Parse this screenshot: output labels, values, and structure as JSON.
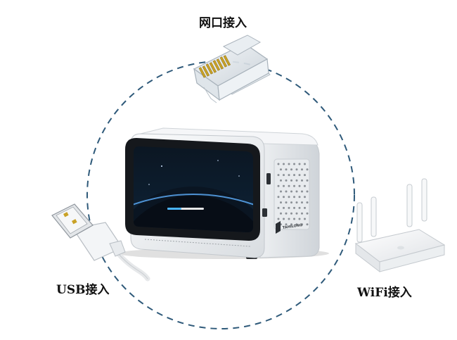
{
  "labels": {
    "ethernet": "网口接入",
    "usb": "USB接入",
    "wifi": "WiFi接入"
  },
  "device": {
    "brand_text": "TAHILONG"
  },
  "colors": {
    "dashed_circle": "#2f5a7a",
    "device_body": "#eef0f2",
    "screen_bezel": "#15181c",
    "screen_glow": "#2f86e0"
  }
}
